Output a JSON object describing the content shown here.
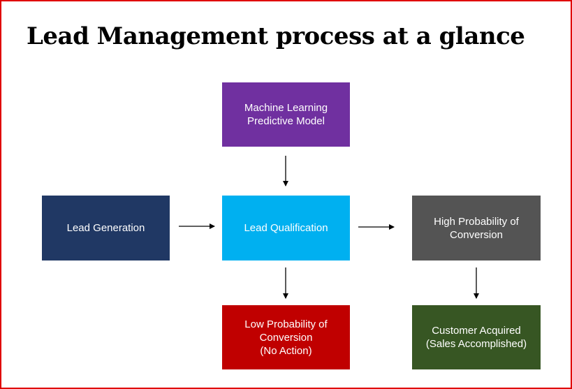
{
  "title": "Lead Management process at a glance",
  "boxes": {
    "ml_model": {
      "label": "Machine Learning\nPredictive Model",
      "color": "#7030a0"
    },
    "lead_generation": {
      "label": "Lead Generation",
      "color": "#203864"
    },
    "lead_qualification": {
      "label": "Lead Qualification",
      "color": "#00b0f0"
    },
    "high_probability": {
      "label": "High Probability of\nConversion",
      "color": "#545454"
    },
    "low_probability": {
      "label": "Low Probability of\nConversion\n(No Action)",
      "color": "#c00000"
    },
    "customer_acquired": {
      "label": "Customer Acquired\n(Sales Accomplished)",
      "color": "#375623"
    }
  },
  "colors": {
    "border": "#e00000",
    "arrow": "#000000"
  }
}
